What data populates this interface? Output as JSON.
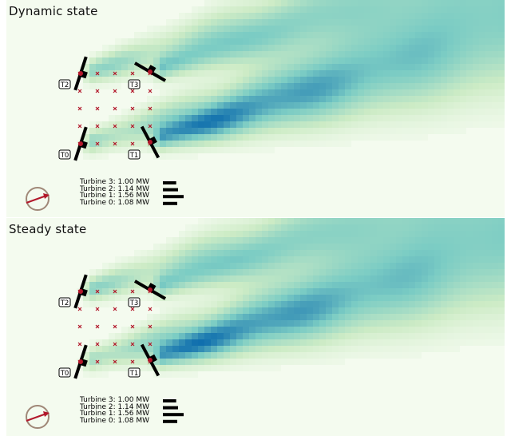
{
  "panels": [
    {
      "title": "Dynamic state",
      "turbines": [
        {
          "tag": "T0"
        },
        {
          "tag": "T1"
        },
        {
          "tag": "T2"
        },
        {
          "tag": "T3"
        }
      ],
      "power_lines": [
        "Turbine 3: 1.00 MW",
        "Turbine 2: 1.14 MW",
        "Turbine 1: 1.56 MW",
        "Turbine 0: 1.08 MW"
      ],
      "power_mw": [
        1.0,
        1.14,
        1.56,
        1.08
      ]
    },
    {
      "title": "Steady state",
      "turbines": [
        {
          "tag": "T0"
        },
        {
          "tag": "T1"
        },
        {
          "tag": "T2"
        },
        {
          "tag": "T3"
        }
      ],
      "power_lines": [
        "Turbine 3: 1.00 MW",
        "Turbine 2: 1.14 MW",
        "Turbine 1: 1.56 MW",
        "Turbine 0: 1.08 MW"
      ],
      "power_mw": [
        1.0,
        1.14,
        1.56,
        1.08
      ]
    }
  ],
  "colors": {
    "background": "#f4fbef",
    "wake_light": "#ccebc5",
    "wake_mid": "#7bccc4",
    "wake_dark": "#0868ac",
    "sensor_marker": "#b2182b",
    "wind_arrow": "#b2182b",
    "compass_ring": "#a08878",
    "turbine": "#000000"
  }
}
